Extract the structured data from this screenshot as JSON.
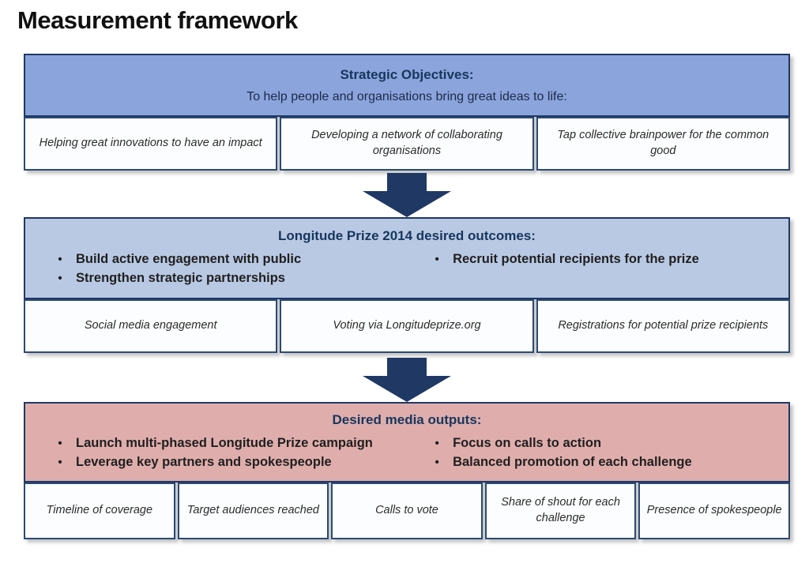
{
  "page": {
    "title": "Measurement framework"
  },
  "colors": {
    "strategic_header_bg": "#8BA5DC",
    "outcomes_header_bg": "#B9C9E3",
    "media_header_bg": "#DFAEAC",
    "box_border": "#1F3864",
    "metric_box_bg": "#FCFDFE",
    "arrow": "#1F3864",
    "header_text": "#17365D"
  },
  "icons": {
    "down_arrow": "down-arrow"
  },
  "sections": [
    {
      "title": "Strategic Objectives:",
      "subtitle": "To help people and organisations bring great ideas to life:",
      "metrics": [
        "Helping great innovations to have an impact",
        "Developing a network of collaborating organisations",
        "Tap collective brainpower for the common good"
      ]
    },
    {
      "title": "Longitude Prize 2014 desired outcomes:",
      "bullets_left": [
        "Build active engagement with public",
        "Strengthen strategic partnerships"
      ],
      "bullets_right": [
        "Recruit potential recipients for the prize"
      ],
      "metrics": [
        "Social media engagement",
        "Voting via Longitudeprize.org",
        "Registrations for potential prize recipients"
      ]
    },
    {
      "title": "Desired media outputs:",
      "bullets_left": [
        "Launch multi-phased Longitude Prize campaign",
        "Leverage key partners and spokespeople"
      ],
      "bullets_right": [
        "Focus on calls to action",
        "Balanced promotion of each challenge"
      ],
      "metrics": [
        "Timeline of coverage",
        "Target audiences reached",
        "Calls to vote",
        "Share of shout for each challenge",
        "Presence of spokespeople"
      ]
    }
  ]
}
